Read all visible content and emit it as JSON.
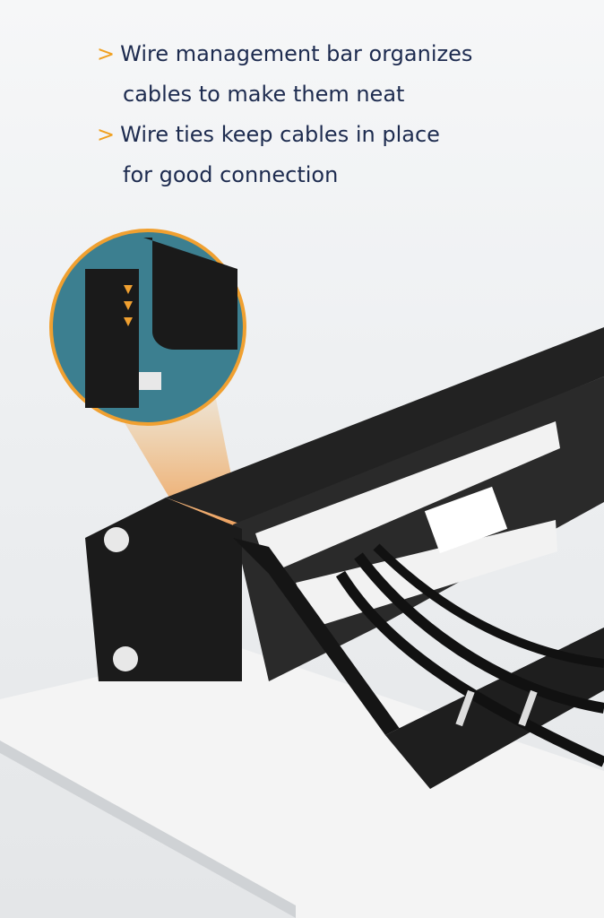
{
  "bullets": [
    {
      "marker": ">",
      "line1": "Wire management bar organizes",
      "line2": "cables to make them neat"
    },
    {
      "marker": ">",
      "line1": "Wire ties keep cables in place",
      "line2": "for good connection"
    }
  ],
  "colors": {
    "text": "#1d2b4f",
    "marker": "#f0a020",
    "callout_ring": "#f0a030",
    "callout_bg": "#3c7f90",
    "panel": "#1a1a1a"
  }
}
